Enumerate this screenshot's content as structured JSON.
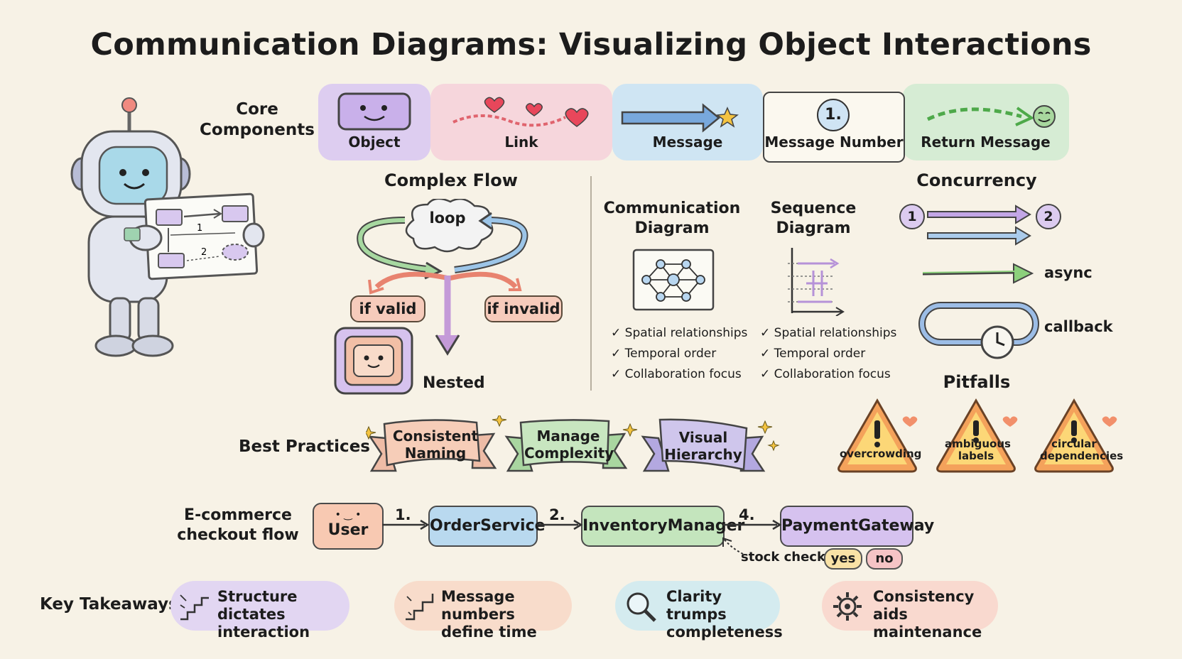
{
  "title": "Communication Diagrams: Visualizing Object Interactions",
  "core": {
    "label_line1": "Core",
    "label_line2": "Components",
    "items": [
      "Object",
      "Link",
      "Message",
      "Message Number",
      "Return Message"
    ],
    "message_number_badge": "1."
  },
  "complex_flow": {
    "title": "Complex Flow",
    "loop": "loop",
    "if_valid": "if valid",
    "if_invalid": "if invalid",
    "nested": "Nested"
  },
  "comparison": {
    "comm_title_line1": "Communication",
    "comm_title_line2": "Diagram",
    "seq_title_line1": "Sequence",
    "seq_title_line2": "Diagram",
    "checks": [
      "Spatial relationships",
      "Temporal order",
      "Collaboration focus"
    ]
  },
  "concurrency": {
    "title": "Concurrency",
    "badge1": "1",
    "badge2": "2",
    "async": "async",
    "callback": "callback"
  },
  "pitfalls": {
    "title": "Pitfalls",
    "items": [
      "overcrowding",
      "ambiguous labels",
      "circular dependencies"
    ]
  },
  "best_practices": {
    "label": "Best Practices",
    "items": [
      {
        "line1": "Consistent",
        "line2": "Naming",
        "color": "#f6cdb8"
      },
      {
        "line1": "Manage",
        "line2": "Complexity",
        "color": "#c8e6c0"
      },
      {
        "line1": "Visual",
        "line2": "Hierarchy",
        "color": "#cfc6ec"
      }
    ]
  },
  "ecommerce": {
    "label_line1": "E-commerce",
    "label_line2": "checkout flow",
    "nodes": [
      "User",
      "OrderService",
      "InventoryManager",
      "PaymentGateway"
    ],
    "steps": [
      "1.",
      "2.",
      "4."
    ],
    "stock_check": "stock check?",
    "yes": "yes",
    "no": "no"
  },
  "takeaways": {
    "label": "Key Takeaways",
    "items": [
      {
        "line1": "Structure dictates",
        "line2": "interaction",
        "color": "#e2d6f2"
      },
      {
        "line1": "Message numbers",
        "line2": "define time",
        "color": "#f8dccb"
      },
      {
        "line1": "Clarity trumps",
        "line2": "completeness",
        "color": "#d4ebef"
      },
      {
        "line1": "Consistency aids",
        "line2": "maintenance",
        "color": "#f9d9cf"
      }
    ]
  },
  "colors": {
    "purple": "#d9c6ef",
    "pink": "#f6d1d8",
    "blue": "#cfe4f2",
    "green": "#d4ecd2",
    "orange": "#f4a25b"
  }
}
